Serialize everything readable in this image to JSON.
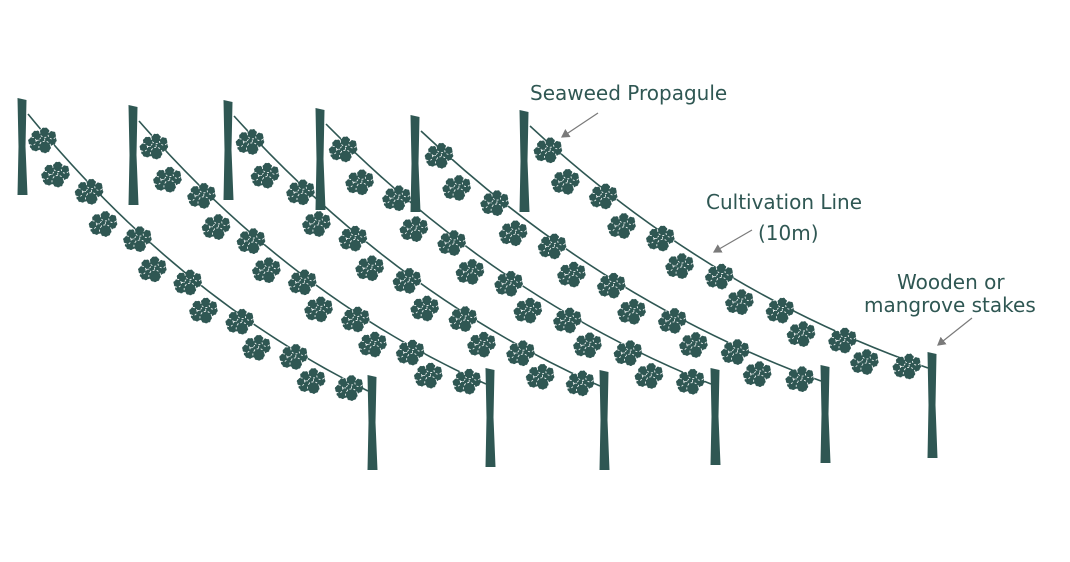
{
  "labels": {
    "propagule": "Seaweed Propagule",
    "line_1": "Cultivation Line",
    "line_2": "(10m)",
    "stakes_1": "Wooden or",
    "stakes_2": "mangrove stakes"
  },
  "colors": {
    "ink": "#2f5753",
    "arrow": "#7a7a7a"
  },
  "rows": 6,
  "propagules_per_line": 13
}
